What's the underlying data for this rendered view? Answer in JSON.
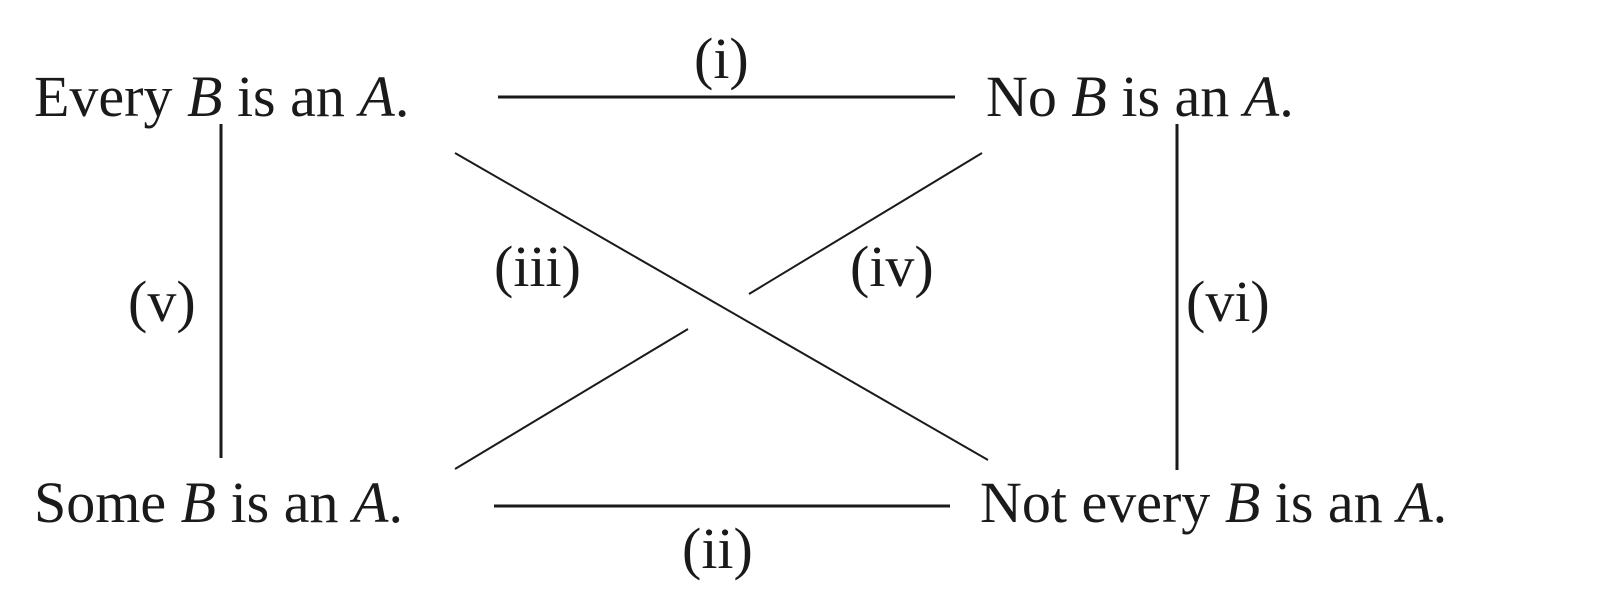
{
  "diagram": {
    "nodes": {
      "top_left": {
        "pre": "Every ",
        "var1": "B",
        "mid": " is an ",
        "var2": "A",
        "post": "."
      },
      "top_right": {
        "pre": "No ",
        "var1": "B",
        "mid": " is an ",
        "var2": "A",
        "post": "."
      },
      "bottom_left": {
        "pre": "Some ",
        "var1": "B",
        "mid": " is an ",
        "var2": "A",
        "post": "."
      },
      "bottom_right": {
        "pre": "Not every ",
        "var1": "B",
        "mid": " is an ",
        "var2": "A",
        "post": "."
      }
    },
    "edges": [
      {
        "id": "i",
        "label": "(i)",
        "from": "top_left",
        "to": "top_right"
      },
      {
        "id": "ii",
        "label": "(ii)",
        "from": "bottom_left",
        "to": "bottom_right"
      },
      {
        "id": "iii",
        "label": "(iii)",
        "from": "top_left",
        "to": "bottom_right"
      },
      {
        "id": "iv",
        "label": "(iv)",
        "from": "top_right",
        "to": "bottom_left"
      },
      {
        "id": "v",
        "label": "(v)",
        "from": "top_left",
        "to": "bottom_left"
      },
      {
        "id": "vi",
        "label": "(vi)",
        "from": "top_right",
        "to": "bottom_right"
      }
    ],
    "colors": {
      "ink": "#1a1a1a",
      "background": "#ffffff"
    }
  }
}
